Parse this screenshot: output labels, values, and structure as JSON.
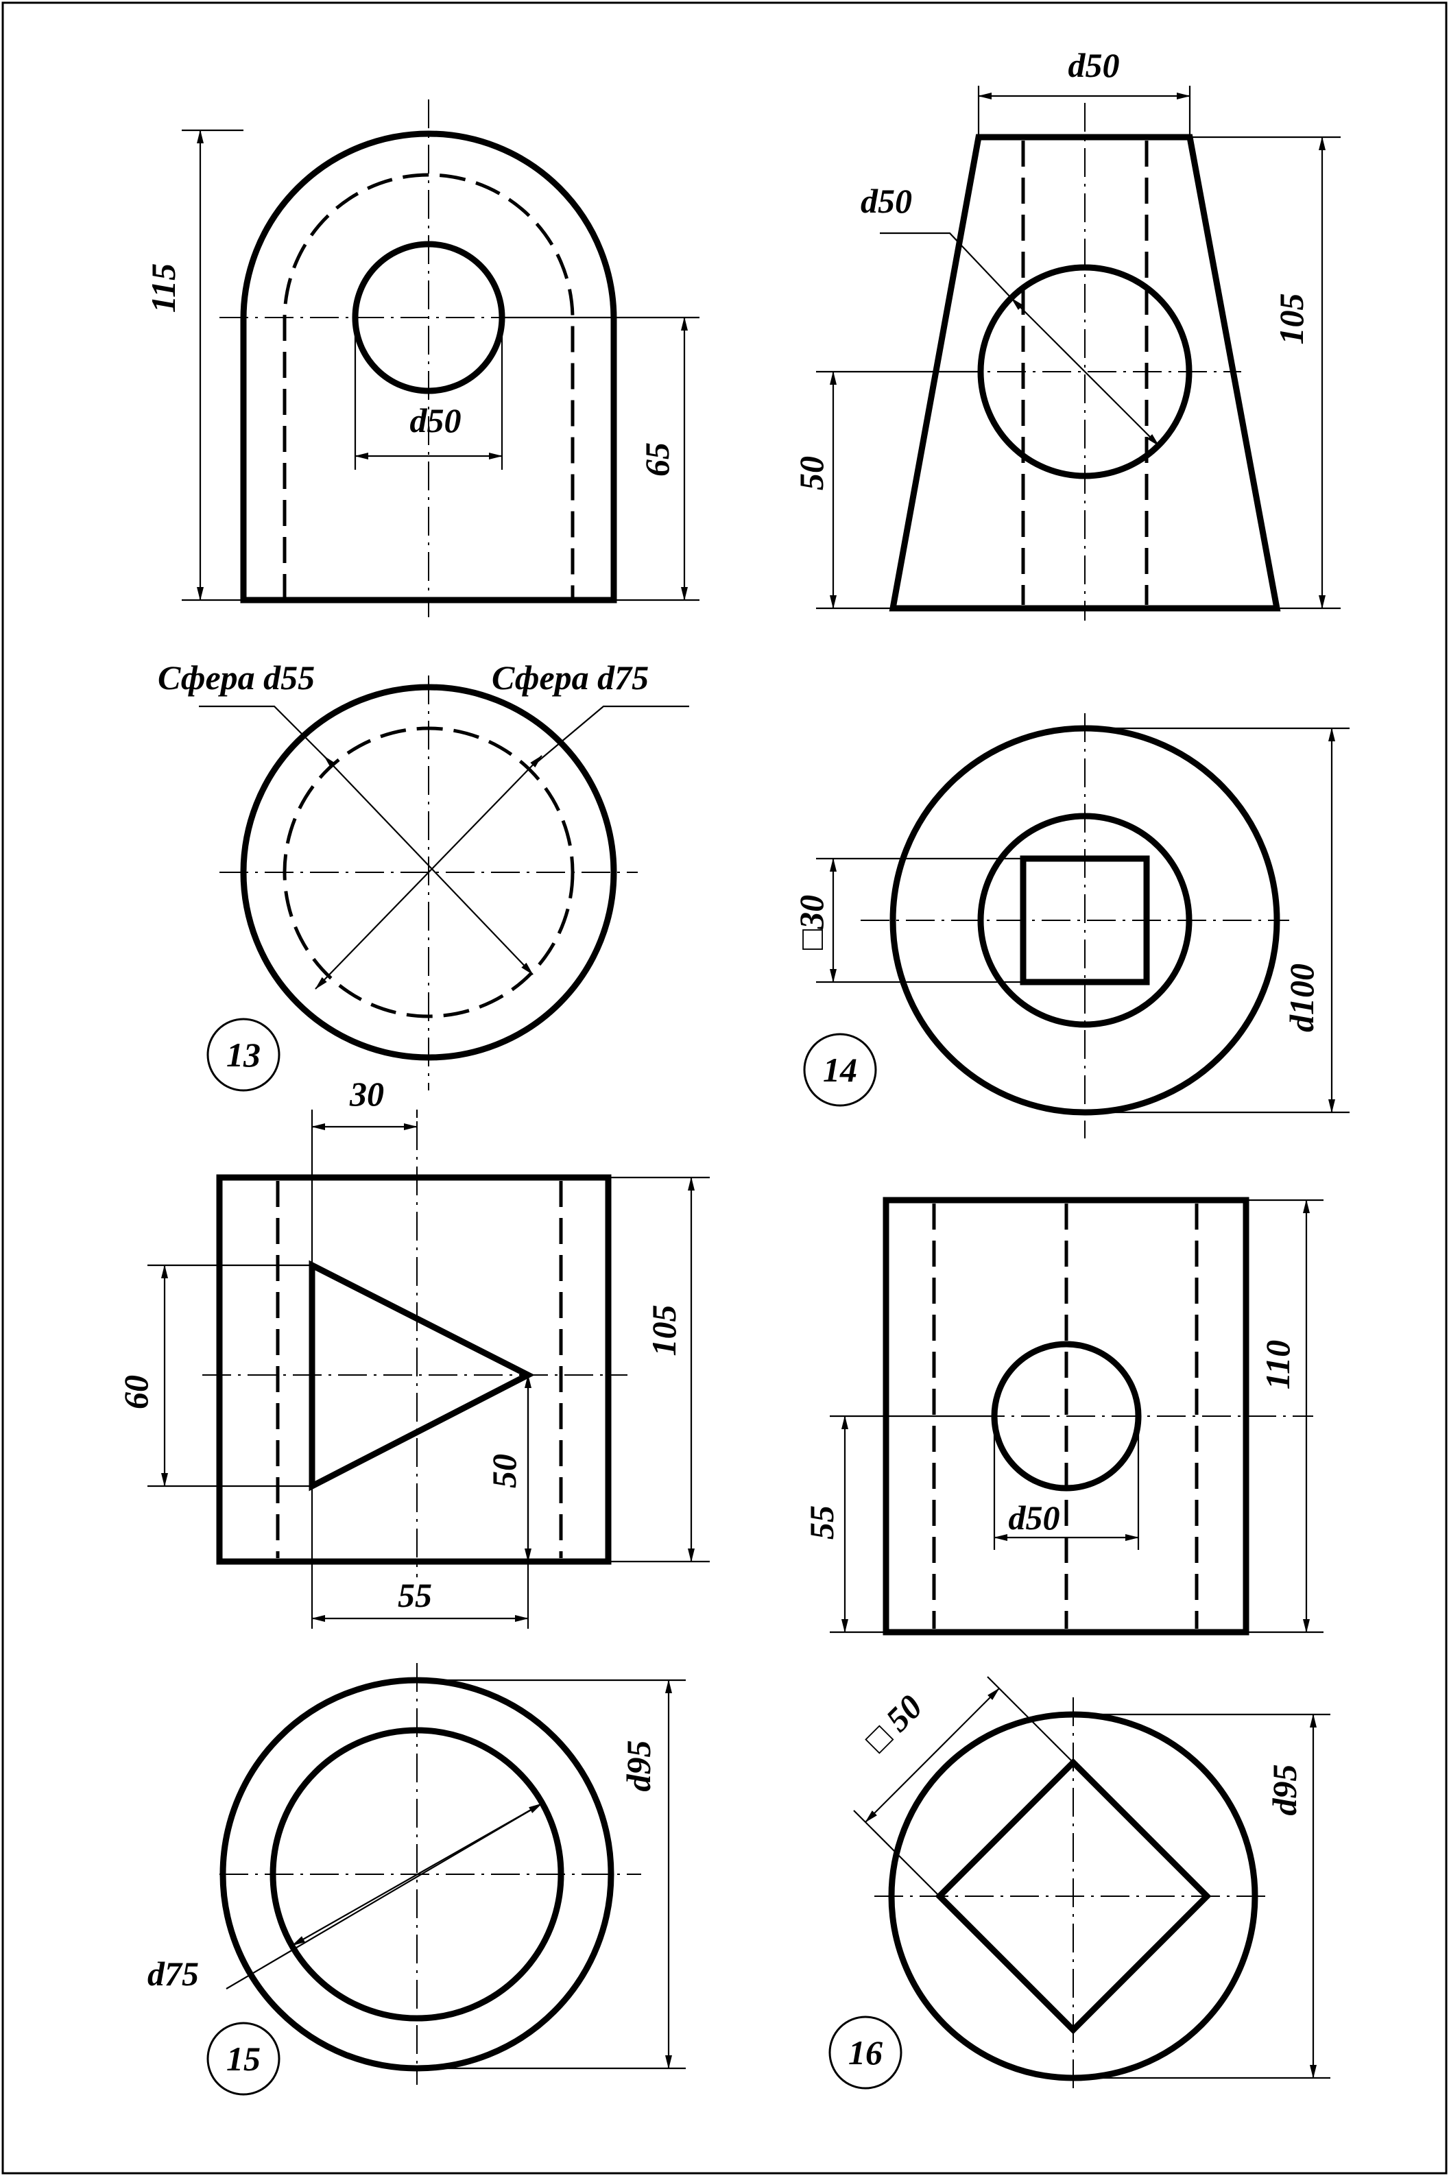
{
  "drawings": [
    {
      "number": "13",
      "front_labels": {
        "height": "115",
        "hole_diameter": "d50",
        "hole_height": "65"
      },
      "top_labels": {
        "sphere_small": "Сфера d55",
        "sphere_large": "Сфера d75"
      }
    },
    {
      "number": "14",
      "front_labels": {
        "top_diameter": "d50",
        "hole_diameter": "d50",
        "height": "105",
        "hole_height": "50"
      },
      "top_labels": {
        "square": "□30",
        "diameter": "d100"
      }
    },
    {
      "number": "15",
      "front_labels": {
        "offset": "30",
        "triangle_height": "60",
        "height": "105",
        "tip_height": "50",
        "triangle_width": "55"
      },
      "top_labels": {
        "outer_diameter": "d95",
        "inner_diameter": "d75"
      }
    },
    {
      "number": "16",
      "front_labels": {
        "height": "110",
        "hole_height": "55",
        "hole_diameter": "d50"
      },
      "top_labels": {
        "square": "□ 50",
        "diameter": "d95"
      }
    }
  ]
}
